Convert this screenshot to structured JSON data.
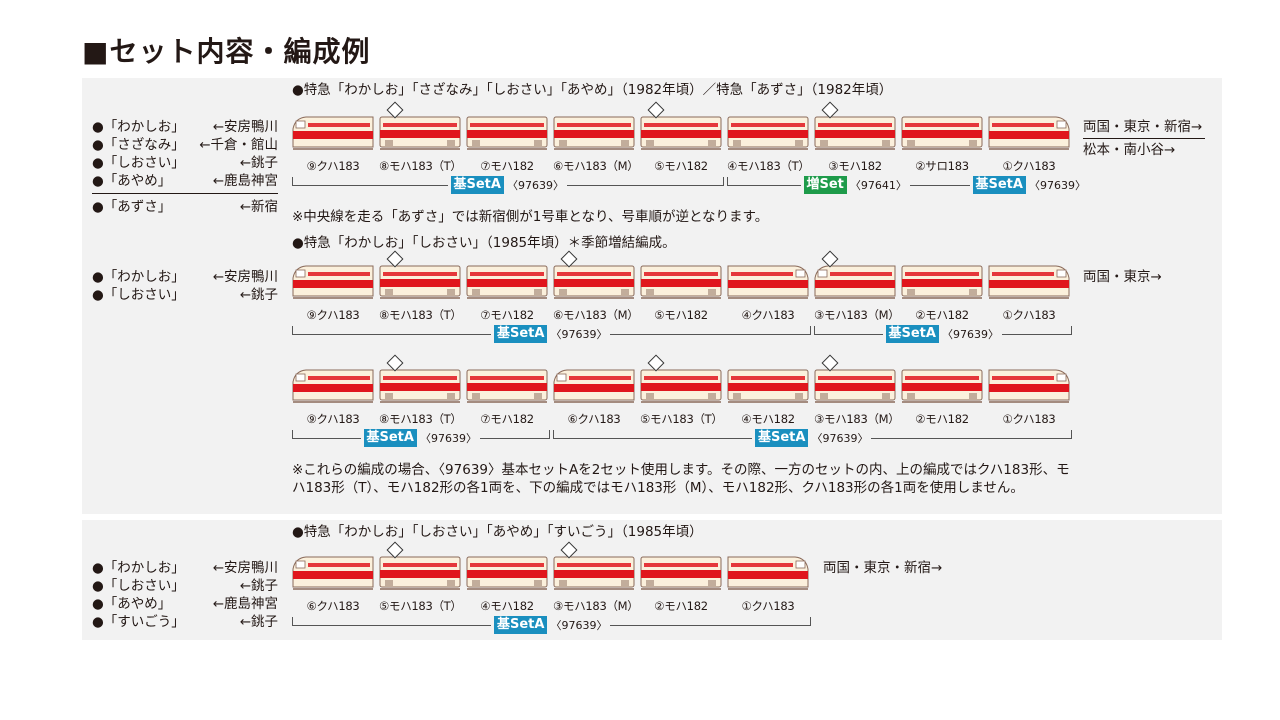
{
  "title": "■セット内容・編成例",
  "colors": {
    "cream": "#fbf0dc",
    "red": "#e0161d",
    "outline": "#8a6a5a",
    "base_set": "#1a8fbf",
    "add_set": "#1e9b4a",
    "panel": "#f2f2f2"
  },
  "section1": {
    "heading": "●特急「わかしお」「さざなみ」「しおさい」「あやめ」（1982年頃）／特急「あずさ」（1982年頃）",
    "routes": [
      {
        "name": "●「わかしお」",
        "stations": "←安房鴨川"
      },
      {
        "name": "●「さざなみ」",
        "stations": "←千倉・館山"
      },
      {
        "name": "●「しおさい」",
        "stations": "←銚子"
      },
      {
        "name": "●「あやめ」",
        "stations": "←鹿島神宮"
      },
      {
        "name": "●「あずさ」",
        "stations": "←新宿"
      }
    ],
    "dest1": "両国・東京・新宿→",
    "dest2": "松本・南小谷→",
    "cars": [
      "⑨クハ183",
      "⑧モハ183（T）",
      "⑦モハ182",
      "⑥モハ183（M）",
      "⑤モハ182",
      "④モハ183（T）",
      "③モハ182",
      "②サロ183",
      "①クハ183"
    ],
    "sets": [
      {
        "badge": "基SetA",
        "code": "〈97639〉"
      },
      {
        "badge": "増Set",
        "code": "〈97641〉"
      },
      {
        "badge": "基SetA",
        "code": "〈97639〉"
      }
    ],
    "note": "※中央線を走る「あずさ」では新宿側が1号車となり、号車順が逆となります。"
  },
  "section2": {
    "heading": "●特急「わかしお」「しおさい」（1985年頃）＊季節増結編成。",
    "routes": [
      {
        "name": "●「わかしお」",
        "stations": "←安房鴨川"
      },
      {
        "name": "●「しおさい」",
        "stations": "←銚子"
      }
    ],
    "dest": "両国・東京→",
    "cars": [
      "⑨クハ183",
      "⑧モハ183（T）",
      "⑦モハ182",
      "⑥モハ183（M）",
      "⑤モハ182",
      "④クハ183",
      "③モハ183（M）",
      "②モハ182",
      "①クハ183"
    ],
    "sets": [
      {
        "badge": "基SetA",
        "code": "〈97639〉"
      },
      {
        "badge": "基SetA",
        "code": "〈97639〉"
      }
    ]
  },
  "section3": {
    "cars": [
      "⑨クハ183",
      "⑧モハ183（T）",
      "⑦モハ182",
      "⑥クハ183",
      "⑤モハ183（T）",
      "④モハ182",
      "③モハ183（M）",
      "②モハ182",
      "①クハ183"
    ],
    "sets": [
      {
        "badge": "基SetA",
        "code": "〈97639〉"
      },
      {
        "badge": "基SetA",
        "code": "〈97639〉"
      }
    ],
    "note": "※これらの編成の場合、〈97639〉基本セットAを2セット使用します。その際、一方のセットの内、上の編成ではクハ183形、モハ183形（T）、モハ182形の各1両を、下の編成ではモハ183形（M）、モハ182形、クハ183形の各1両を使用しません。"
  },
  "section4": {
    "heading": "●特急「わかしお」「しおさい」「あやめ」「すいごう」（1985年頃）",
    "routes": [
      {
        "name": "●「わかしお」",
        "stations": "←安房鴨川"
      },
      {
        "name": "●「しおさい」",
        "stations": "←銚子"
      },
      {
        "name": "●「あやめ」",
        "stations": "←鹿島神宮"
      },
      {
        "name": "●「すいごう」",
        "stations": "←銚子"
      }
    ],
    "dest": "両国・東京・新宿→",
    "cars": [
      "⑥クハ183",
      "⑤モハ183（T）",
      "④モハ182",
      "③モハ183（M）",
      "②モハ182",
      "①クハ183"
    ],
    "sets": [
      {
        "badge": "基SetA",
        "code": "〈97639〉"
      }
    ]
  }
}
